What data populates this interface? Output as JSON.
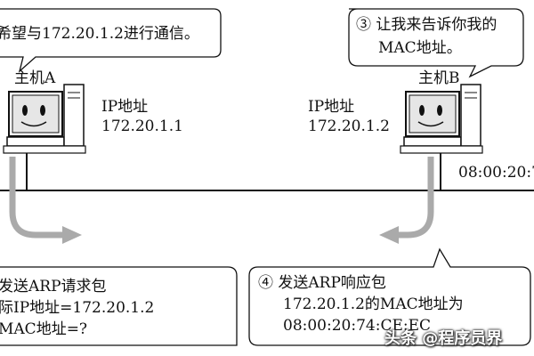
{
  "bubbles": {
    "top_left": "希望与172.20.1.2进行通信。",
    "top_right_line1": "③ 让我来告诉你我的",
    "top_right_line2": "MAC地址。",
    "bottom_left_line1": "发送ARP请求包",
    "bottom_left_line2": "际IP地址=172.20.1.2",
    "bottom_left_line3": "MAC地址=?",
    "bottom_right_line1": "④ 发送ARP响应包",
    "bottom_right_line2": "172.20.1.2的MAC地址为",
    "bottom_right_line3": "08:00:20:74:CE:EC"
  },
  "hosts": {
    "a": {
      "name": "主机A",
      "ip_label": "IP地址",
      "ip": "172.20.1.1"
    },
    "b": {
      "name": "主机B",
      "ip_label": "IP地址",
      "ip": "172.20.1.2"
    }
  },
  "mac_partial": "08:00:20:7",
  "watermark": "头条 @程序员界",
  "colors": {
    "arrow": "#aaaaaa",
    "line": "#111111",
    "screen": "#e6e6e6"
  }
}
